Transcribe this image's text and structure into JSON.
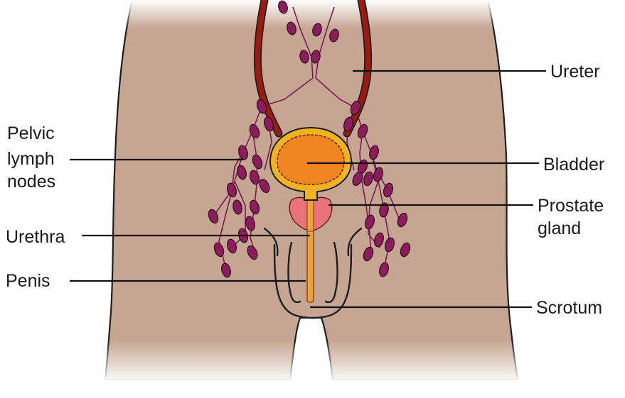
{
  "labels": {
    "ureter": "Ureter",
    "pelvic_1": "Pelvic",
    "pelvic_2": "lymph",
    "pelvic_3": "nodes",
    "bladder": "Bladder",
    "prostate_1": "Prostate",
    "prostate_2": "gland",
    "urethra": "Urethra",
    "penis": "Penis",
    "scrotum": "Scrotum"
  },
  "colors": {
    "skin": "#c6a693",
    "ureter": "#9b1b10",
    "lymph_node": "#8c1c5c",
    "lymph_vessel": "#7a1a52",
    "bladder_outer": "#f3b21f",
    "bladder_inner": "#ef8420",
    "prostate": "#e8737a",
    "urethra": "#f0a23a",
    "outline": "#1e1e1e"
  }
}
